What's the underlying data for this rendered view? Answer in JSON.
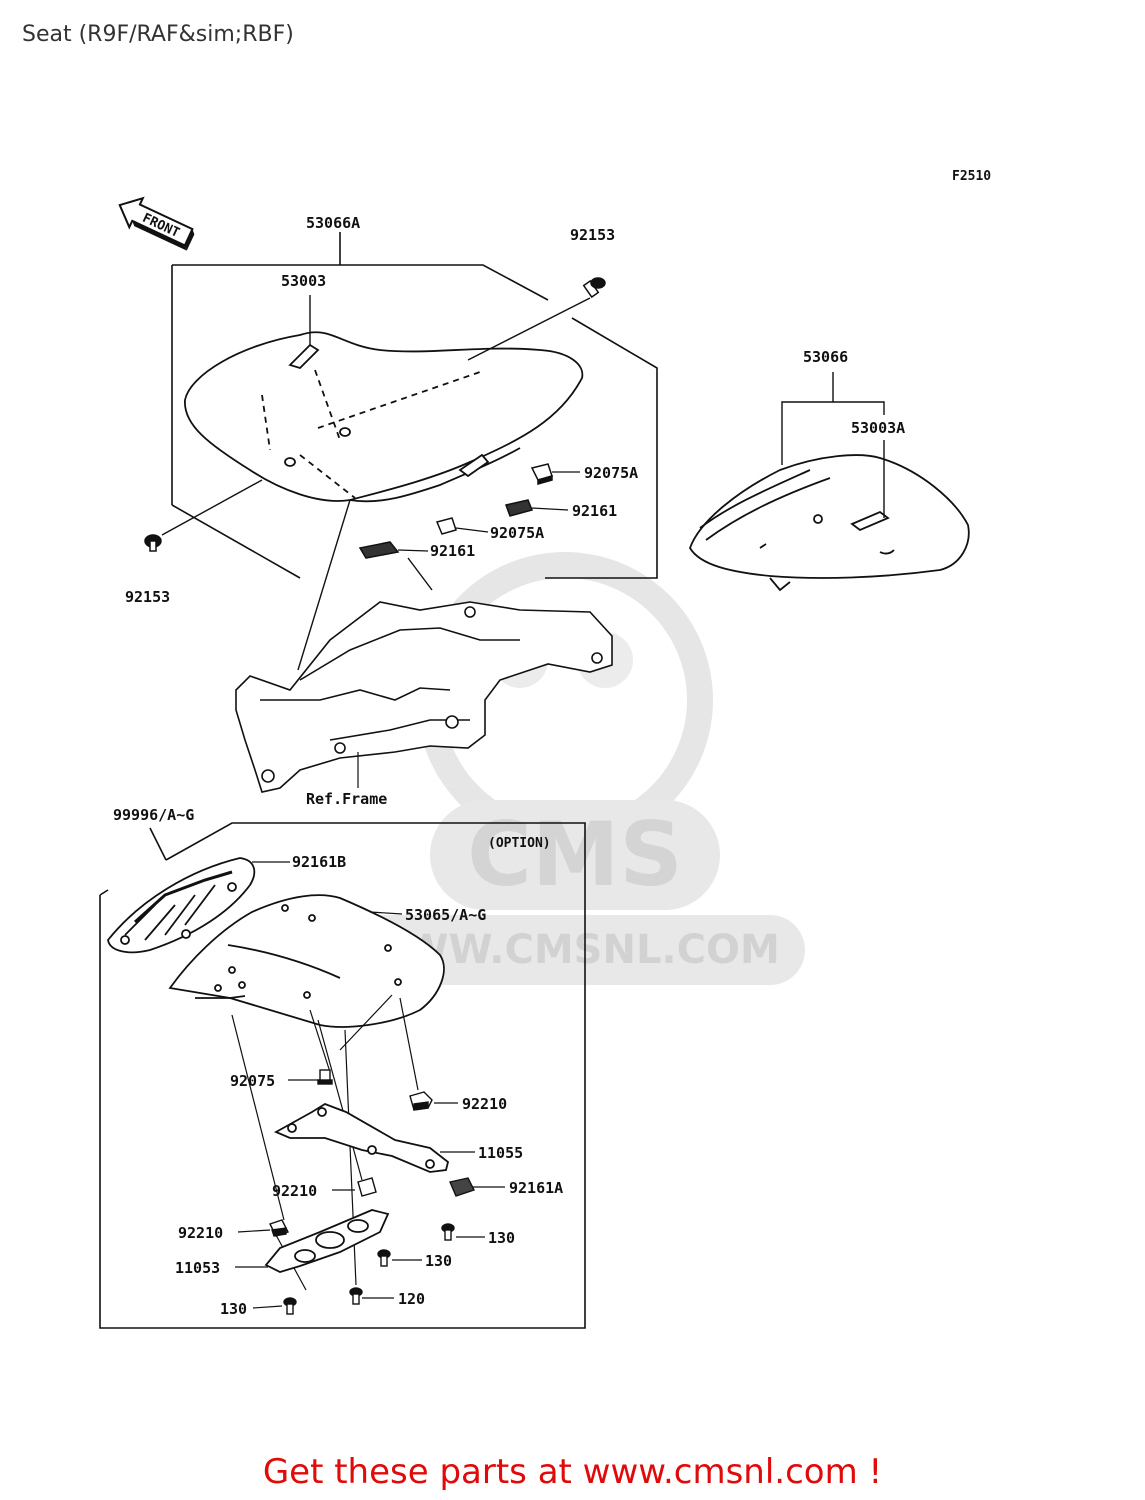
{
  "page": {
    "title": "Seat (R9F/RAF&sim;RBF)",
    "footer_link": "Get these parts at www.cmsnl.com !"
  },
  "diagram": {
    "code": "F2510",
    "front_label": "FRONT",
    "option_label": "(OPTION)",
    "frame_label": "Ref.Frame",
    "parts": {
      "p53066A": "53066A",
      "p53003": "53003",
      "p92153_top": "92153",
      "p92153_left": "92153",
      "p92075A_1": "92075A",
      "p92161_1": "92161",
      "p92075A_2": "92075A",
      "p92161_2": "92161",
      "p53066": "53066",
      "p53003A": "53003A",
      "p99996": "99996/A~G",
      "p92161B": "92161B",
      "p53065": "53065/A~G",
      "p92075": "92075",
      "p92210_1": "92210",
      "p11055": "11055",
      "p92161A": "92161A",
      "p92210_2": "92210",
      "p130_1": "130",
      "p92210_3": "92210",
      "p130_2": "130",
      "p11053": "11053",
      "p120": "120",
      "p130_3": "130"
    }
  },
  "watermark": {
    "brand": "CMS",
    "url": "WWW.CMSNL.COM"
  },
  "colors": {
    "ink": "#111111",
    "watermark": "#e4e4e4",
    "footer": "#e10a0a"
  }
}
